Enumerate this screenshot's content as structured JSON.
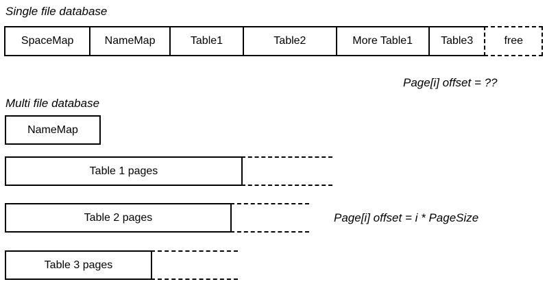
{
  "diagram": {
    "title_single": "Single file database",
    "title_multi": "Multi file database",
    "single_file": {
      "cells": [
        {
          "label": "SpaceMap",
          "style": "solid"
        },
        {
          "label": "NameMap",
          "style": "solid"
        },
        {
          "label": "Table1",
          "style": "solid"
        },
        {
          "label": "Table2",
          "style": "solid"
        },
        {
          "label": "More Table1",
          "style": "solid"
        },
        {
          "label": "Table3",
          "style": "solid"
        },
        {
          "label": "free",
          "style": "dashed"
        }
      ],
      "formula": "Page[i] offset = ??"
    },
    "multi_file": {
      "blocks": [
        {
          "label": "NameMap",
          "has_ghost": false
        },
        {
          "label": "Table 1 pages",
          "has_ghost": true
        },
        {
          "label": "Table 2 pages",
          "has_ghost": true
        },
        {
          "label": "Table 3 pages",
          "has_ghost": true
        }
      ],
      "formula": "Page[i] offset = i * PageSize"
    },
    "colors": {
      "stroke": "#000000",
      "background": "#ffffff",
      "text": "#000000"
    }
  }
}
